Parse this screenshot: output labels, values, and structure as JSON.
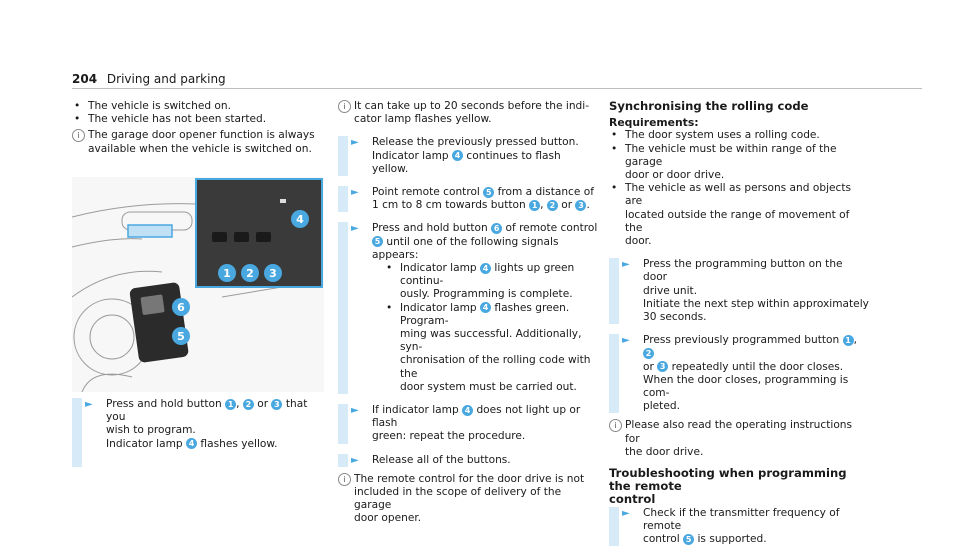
{
  "header": {
    "page_number": "204",
    "section": "Driving and parking"
  },
  "col1": {
    "bullets": [
      "The vehicle is switched on.",
      "The vehicle has not been started."
    ],
    "note": [
      "The garage door opener function is always",
      "available when the vehicle is switched on."
    ],
    "step": {
      "pre": "Press and hold button",
      "b1": "1",
      "b2": "2",
      "or": "or",
      "b3": "3",
      "post": "that you",
      "line2": "wish to program.",
      "l3pre": "Indicator lamp",
      "b4": "4",
      "l3post": "flashes yellow."
    }
  },
  "col2": {
    "note1": [
      "It can take up to 20 seconds before the indi-",
      "cator lamp flashes yellow."
    ],
    "s1": {
      "l1": "Release the previously pressed button.",
      "l2pre": "Indicator lamp",
      "b": "4",
      "l2post": "continues to flash yellow."
    },
    "s2": {
      "pre": "Point remote control",
      "b5": "5",
      "post": "from a distance of",
      "l2pre": "1 cm to 8 cm towards button",
      "b1": "1",
      "b2": "2",
      "or": "or",
      "b3": "3",
      "end": "."
    },
    "s3": {
      "pre": "Press and hold button",
      "b6": "6",
      "post": "of remote control",
      "b5": "5",
      "l2": "until one of the following signals appears:",
      "sub1pre": "Indicator lamp",
      "sub1b": "4",
      "sub1post": "lights up green continu-",
      "sub1l2": "ously. Programming is complete.",
      "sub2pre": "Indicator lamp",
      "sub2b": "4",
      "sub2post": "flashes green. Program-",
      "sub2l2": "ming was successful. Additionally, syn-",
      "sub2l3": "chronisation of the rolling code with the",
      "sub2l4": "door system must be carried out."
    },
    "s4": {
      "pre": "If indicator lamp",
      "b": "4",
      "post": "does not light up or flash",
      "l2": "green: repeat the procedure."
    },
    "s5": {
      "l1": "Release all of the buttons."
    },
    "note2": [
      "The remote control for the door drive is not",
      "included in the scope of delivery of the garage",
      "door opener."
    ]
  },
  "col3": {
    "title": "Synchronising the rolling code",
    "req_label": "Requirements:",
    "bullets": [
      [
        "The door system uses a rolling code."
      ],
      [
        "The vehicle must be within range of the garage",
        "door or door drive."
      ],
      [
        "The vehicle as well as persons and objects are",
        "located outside the range of movement of the",
        "door."
      ]
    ],
    "s1": [
      "Press the programming button on the door",
      "drive unit.",
      "Initiate the next step within approximately",
      "30 seconds."
    ],
    "s2": {
      "pre": "Press previously programmed button",
      "b1": "1",
      "b2": "2",
      "l2pre": "or",
      "b3": "3",
      "l2post": "repeatedly until the door closes.",
      "l3": "When the door closes, programming is com-",
      "l4": "pleted."
    },
    "note": [
      "Please also read the operating instructions for",
      "the door drive."
    ],
    "trouble_title": [
      "Troubleshooting when programming the remote",
      "control"
    ],
    "s3": {
      "pre": "Check if the transmitter frequency of remote",
      "l2pre": "control",
      "b5": "5",
      "l2post": "is supported."
    }
  },
  "figure": {
    "labels": [
      "1",
      "2",
      "3",
      "4",
      "5",
      "6"
    ]
  },
  "colors": {
    "accent": "#4aa8e0",
    "step_bar": "#d6eaf8",
    "badge_text": "#ffffff"
  }
}
